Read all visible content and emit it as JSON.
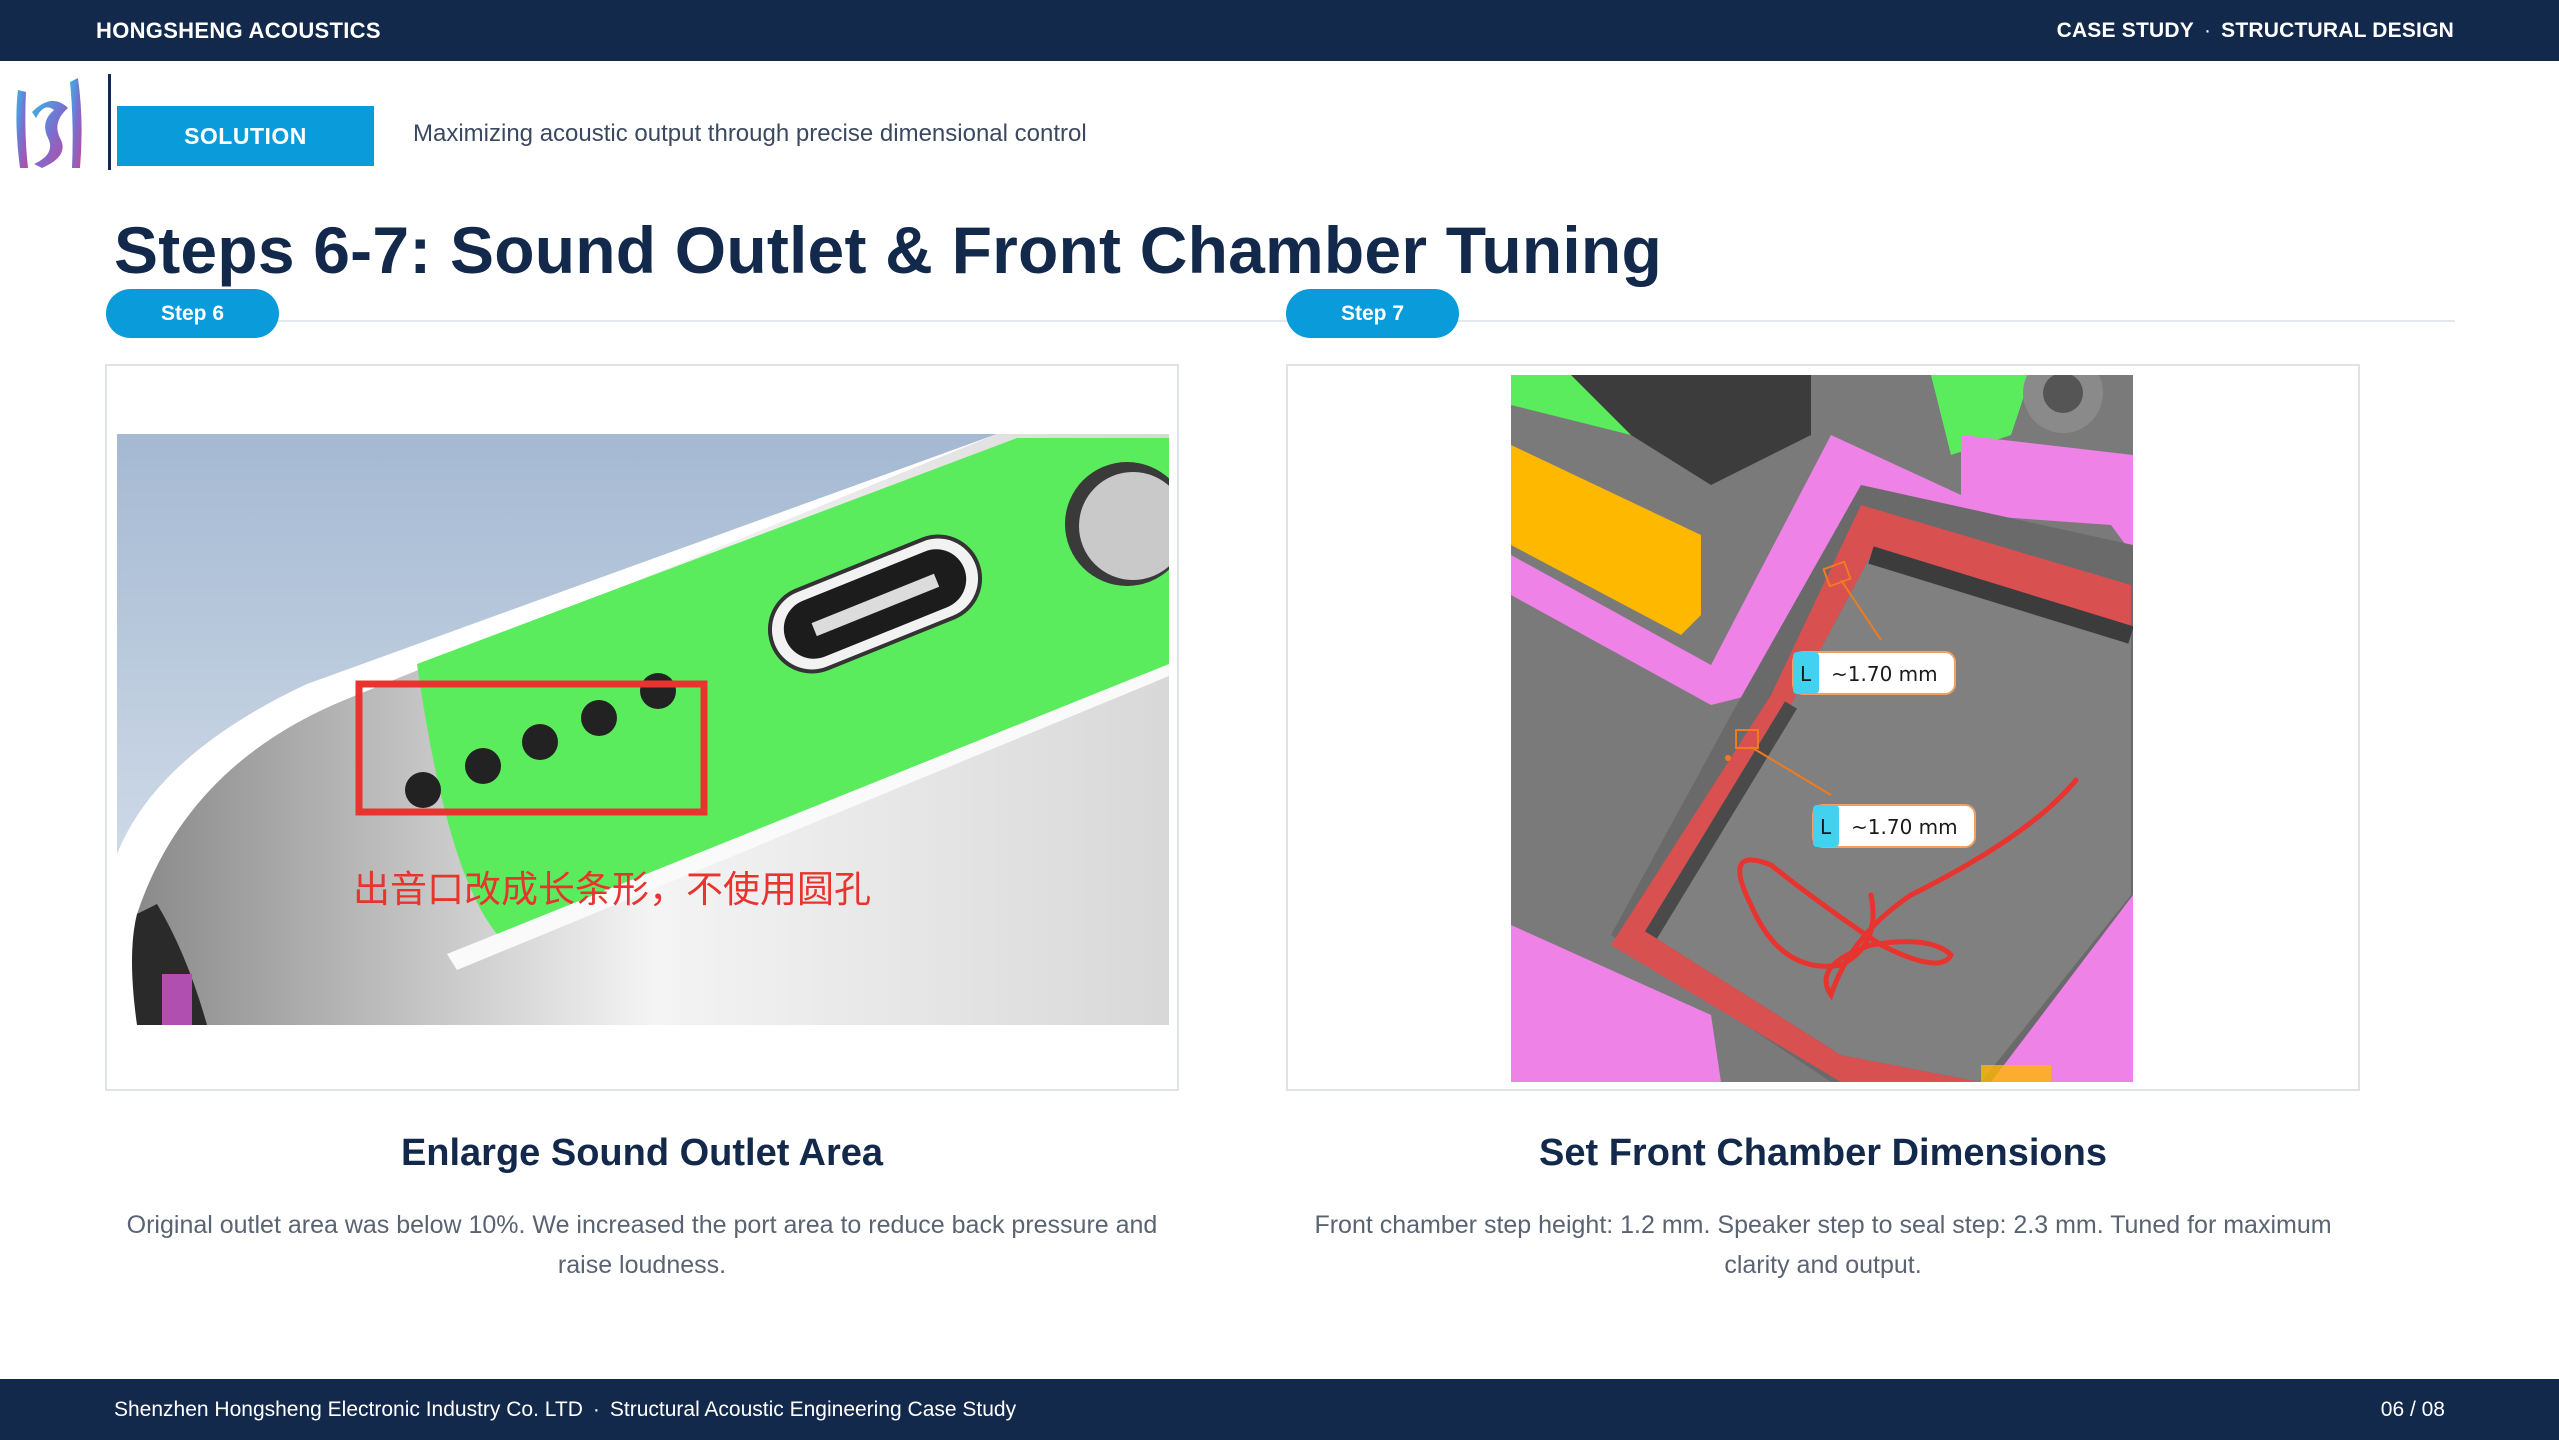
{
  "header": {
    "brand": "HONGSHENG ACOUSTICS",
    "section": "CASE STUDY",
    "separator": "·",
    "subsection": "STRUCTURAL DESIGN"
  },
  "tag": {
    "label": "SOLUTION",
    "subtitle": "Maximizing acoustic output through precise dimensional control"
  },
  "title": "Steps 6-7: Sound Outlet & Front Chamber Tuning",
  "steps": [
    {
      "pill": "Step 6",
      "heading": "Enlarge Sound Outlet Area",
      "description": "Original outlet area was below 10%. We increased the port area to reduce back pressure and raise loudness.",
      "image_annotation": "出音口改成长条形，不使用圆孔"
    },
    {
      "pill": "Step 7",
      "heading": "Set Front Chamber Dimensions",
      "description": "Front chamber step height: 1.2 mm. Speaker step to seal step: 2.3 mm. Tuned for maximum clarity and output.",
      "measurements": [
        {
          "prefix": "L",
          "value": "~1.70 mm"
        },
        {
          "prefix": "L",
          "value": "~1.70 mm"
        }
      ]
    }
  ],
  "footer": {
    "company": "Shenzhen Hongsheng Electronic Industry Co. LTD",
    "separator": "·",
    "document": "Structural Acoustic Engineering Case Study",
    "page": "06 / 08"
  },
  "colors": {
    "navy": "#13294b",
    "accent_blue": "#0a9bdb",
    "cad_green": "#5bec5e",
    "cad_pink": "#ee82e6",
    "annotation_red": "#e8342f"
  }
}
